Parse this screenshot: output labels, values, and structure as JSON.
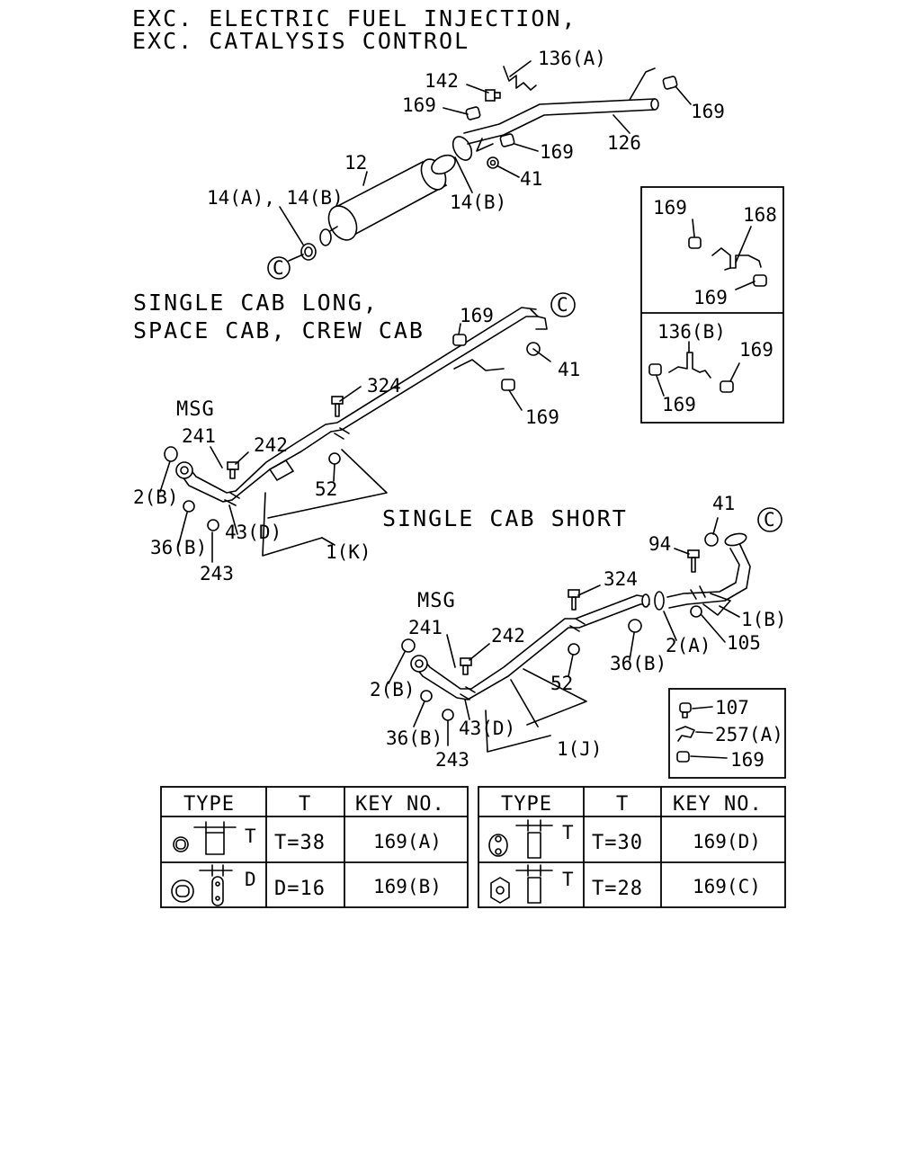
{
  "headings": {
    "exc_line1": "EXC. ELECTRIC FUEL INJECTION,",
    "exc_line2": "EXC. CATALYSIS CONTROL",
    "long_line1": "SINGLE CAB LONG,",
    "long_line2": "SPACE CAB, CREW CAB",
    "short": "SINGLE CAB SHORT"
  },
  "callouts": {
    "top": {
      "p136a": "136(A)",
      "p142": "142",
      "p169_a": "169",
      "p169_b": "169",
      "p169_c": "169",
      "p126": "126",
      "p12": "12",
      "p41": "41",
      "p14b": "14(B)",
      "p14ab": "14(A), 14(B)",
      "conn": "C"
    },
    "inset1": {
      "p169_top": "169",
      "p168": "168",
      "p169_bottom": "169"
    },
    "inset2": {
      "p136b": "136(B)",
      "p169_right": "169",
      "p169_left": "169"
    },
    "mid": {
      "p169_top": "169",
      "conn": "C",
      "p41": "41",
      "p169_bottom": "169",
      "p324": "324",
      "msg": "MSG",
      "p241": "241",
      "p242": "242",
      "p2b": "2(B)",
      "p52": "52",
      "p36b": "36(B)",
      "p43d": "43(D)",
      "p1k": "1(K)",
      "p243": "243"
    },
    "low": {
      "p41": "41",
      "conn": "C",
      "p94": "94",
      "p324": "324",
      "msg": "MSG",
      "p1b": "1(B)",
      "p241": "241",
      "p242": "242",
      "p2a": "2(A)",
      "p105": "105",
      "p36b_right": "36(B)",
      "p52": "52",
      "p2b": "2(B)",
      "p43d": "43(D)",
      "p36b_left": "36(B)",
      "p1j": "1(J)",
      "p243": "243"
    },
    "inset3": {
      "p107": "107",
      "p257a": "257(A)",
      "p169": "169"
    }
  },
  "tables": [
    {
      "headers": {
        "type": "TYPE",
        "t": "T",
        "key": "KEY NO."
      },
      "rows": [
        {
          "dim": "T",
          "t": "T=38",
          "key": "169(A)"
        },
        {
          "dim": "D",
          "t": "D=16",
          "key": "169(B)"
        }
      ]
    },
    {
      "headers": {
        "type": "TYPE",
        "t": "T",
        "key": "KEY NO."
      },
      "rows": [
        {
          "dim": "T",
          "t": "T=30",
          "key": "169(D)"
        },
        {
          "dim": "T",
          "t": "T=28",
          "key": "169(C)"
        }
      ]
    }
  ]
}
